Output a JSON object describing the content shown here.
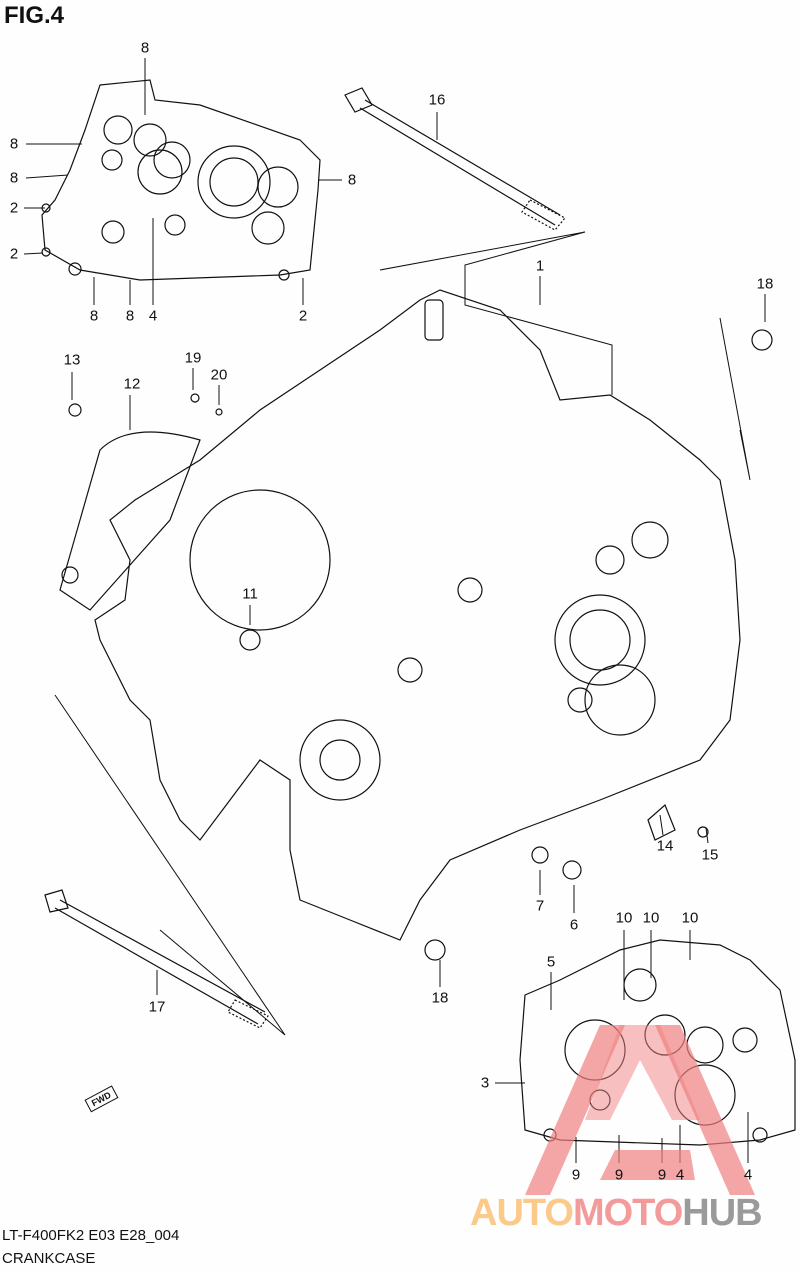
{
  "figure_title": "FIG.4",
  "callouts": [
    "8",
    "8",
    "8",
    "2",
    "2",
    "8",
    "8",
    "4",
    "2",
    "8",
    "16",
    "1",
    "18",
    "13",
    "12",
    "19",
    "20",
    "11",
    "14",
    "15",
    "7",
    "6",
    "18",
    "17",
    "10",
    "10",
    "10",
    "5",
    "3",
    "9",
    "9",
    "9",
    "4",
    "4"
  ],
  "fwd_label": "FWD",
  "footer": {
    "model_code": "LT-F400FK2 E03 E28_004",
    "section": "CRANKCASE"
  },
  "watermark": {
    "part1": "AUTO",
    "part2": "MOTO",
    "part3": "HUB"
  },
  "colors": {
    "line": "#111111",
    "watermark_red": "#f08080",
    "watermark_orange": "#fbc98a",
    "watermark_gray": "#9a9a9a"
  }
}
